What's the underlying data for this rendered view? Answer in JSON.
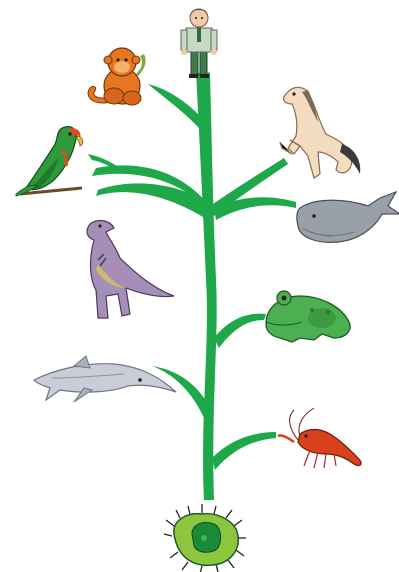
{
  "diagram": {
    "kind": "tree-of-life",
    "stem_color": "#1fa84a",
    "root": {
      "name": "single-celled-organism",
      "color": "#8cc63f",
      "nucleus_color": "#1a8a3a"
    },
    "organisms_left": [
      {
        "name": "monkey",
        "color": "#e8761e"
      },
      {
        "name": "parrot",
        "color": "#2e9a3c"
      },
      {
        "name": "dinosaur",
        "color": "#a58fb8"
      },
      {
        "name": "ichthyosaur",
        "color": "#c9cdd8"
      }
    ],
    "organisms_right": [
      {
        "name": "horse",
        "color": "#f3dcc0"
      },
      {
        "name": "whale",
        "color": "#9aa0a8"
      },
      {
        "name": "frog",
        "color": "#4caf50"
      },
      {
        "name": "shrimp",
        "color": "#d9411e"
      }
    ],
    "top": {
      "name": "human",
      "color": "#c7d9c4"
    }
  }
}
